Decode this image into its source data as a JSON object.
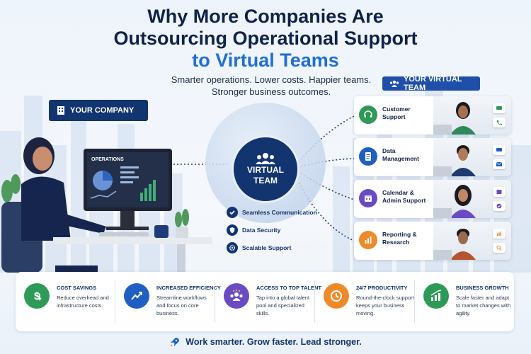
{
  "title": {
    "line1": "Why More Companies Are",
    "line2": "Outsourcing Operational Support",
    "line3": "to Virtual Teams"
  },
  "subtitle": "Smarter operations. Lower costs. Happier teams. Stronger business outcomes.",
  "company_badge": "YOUR COMPANY",
  "monitor_label": "OPERATIONS",
  "virtual_team": {
    "label": "VIRTUAL TEAM",
    "features": [
      {
        "label": "Seamless Communication",
        "icon": "check-icon"
      },
      {
        "label": "Data Security",
        "icon": "shield-icon"
      },
      {
        "label": "Scalable Support",
        "icon": "gear-icon"
      }
    ]
  },
  "team_badge": "YOUR VIRTUAL TEAM",
  "team": [
    {
      "role": "Customer Support",
      "icon": "headset-icon",
      "color": "#2e9a57",
      "side_icons": [
        "chat-icon",
        "phone-icon"
      ]
    },
    {
      "role": "Data Management",
      "icon": "document-icon",
      "color": "#1f5fc4",
      "side_icons": [
        "chat-icon",
        "mail-icon"
      ]
    },
    {
      "role": "Calendar & Admin Support",
      "icon": "calendar-icon",
      "color": "#6a4bc4",
      "side_icons": [
        "calendar-icon",
        "check-icon"
      ]
    },
    {
      "role": "Reporting & Research",
      "icon": "bar-chart-icon",
      "color": "#ee8a2a",
      "side_icons": [
        "bar-chart-icon",
        "search-icon"
      ]
    }
  ],
  "benefits": [
    {
      "title": "COST SAVINGS",
      "desc": "Reduce overhead and infrastructure costs.",
      "icon": "dollar-icon",
      "color": "#2e9a57"
    },
    {
      "title": "INCREASED EFFICIENCY",
      "desc": "Streamline workflows and focus on core business.",
      "icon": "trend-up-icon",
      "color": "#1f5fc4"
    },
    {
      "title": "ACCESS TO TOP TALENT",
      "desc": "Tap into a global talent pool and specialized skills.",
      "icon": "people-icon",
      "color": "#6a4bc4"
    },
    {
      "title": "24/7 PRODUCTIVITY",
      "desc": "Round-the-clock support keeps your business moving.",
      "icon": "clock-icon",
      "color": "#ee8a2a"
    },
    {
      "title": "BUSINESS GROWTH",
      "desc": "Scale faster and adapt to market changes with agility.",
      "icon": "growth-chart-icon",
      "color": "#2e9a57"
    }
  ],
  "tagline": "Work smarter. Grow faster. Lead stronger."
}
